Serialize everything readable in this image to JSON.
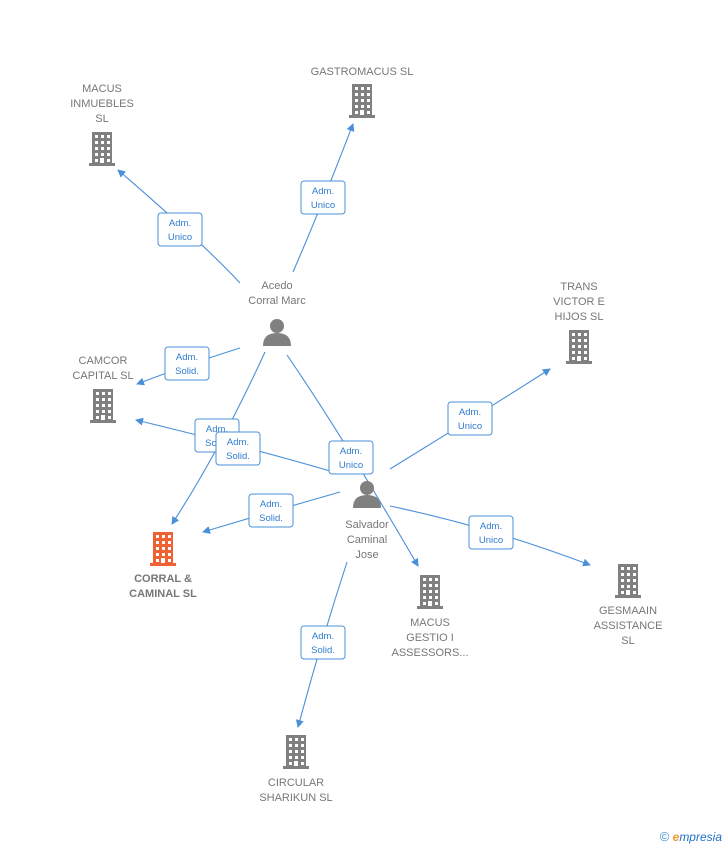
{
  "colors": {
    "building": "#808080",
    "focus_building": "#f06231",
    "person": "#808080",
    "edge": "#4a8fd9"
  },
  "nodes": [
    {
      "id": "gastromacus",
      "type": "company",
      "label": [
        "GASTROMACUS SL"
      ]
    },
    {
      "id": "macus_inmuebles",
      "type": "company",
      "label": [
        "MACUS",
        "INMUEBLES",
        "SL"
      ]
    },
    {
      "id": "trans_victor",
      "type": "company",
      "label": [
        "TRANS",
        "VICTOR E",
        "HIJOS  SL"
      ]
    },
    {
      "id": "camcor",
      "type": "company",
      "label": [
        "CAMCOR",
        "CAPITAL  SL"
      ]
    },
    {
      "id": "corral_caminal",
      "type": "focus",
      "label": [
        "CORRAL &",
        "CAMINAL  SL"
      ]
    },
    {
      "id": "macus_gestio",
      "type": "company",
      "label": [
        "MACUS",
        "GESTIO I",
        "ASSESSORS..."
      ]
    },
    {
      "id": "gesmaain",
      "type": "company",
      "label": [
        "GESMAAIN",
        "ASSISTANCE",
        "SL"
      ]
    },
    {
      "id": "circular",
      "type": "company",
      "label": [
        "CIRCULAR",
        "SHARIKUN  SL"
      ]
    },
    {
      "id": "acedo",
      "type": "person",
      "label": [
        "Acedo",
        "Corral Marc"
      ]
    },
    {
      "id": "salvador",
      "type": "person",
      "label": [
        "Salvador",
        "Caminal",
        "Jose"
      ]
    }
  ],
  "edges": [
    {
      "from": "acedo",
      "to": "macus_inmuebles",
      "label": [
        "Adm.",
        "Unico"
      ]
    },
    {
      "from": "acedo",
      "to": "gastromacus",
      "label": [
        "Adm.",
        "Unico"
      ]
    },
    {
      "from": "acedo",
      "to": "camcor",
      "label": [
        "Adm.",
        "Solid."
      ]
    },
    {
      "from": "acedo",
      "to": "corral_caminal",
      "label": [
        "Adm.",
        "Solid."
      ]
    },
    {
      "from": "acedo",
      "to": "macus_gestio",
      "label": [
        "Adm.",
        "Unico"
      ]
    },
    {
      "from": "salvador",
      "to": "camcor",
      "label": [
        "Adm.",
        "Solid."
      ]
    },
    {
      "from": "salvador",
      "to": "corral_caminal",
      "label": [
        "Adm.",
        "Solid."
      ]
    },
    {
      "from": "salvador",
      "to": "trans_victor",
      "label": [
        "Adm.",
        "Unico"
      ]
    },
    {
      "from": "salvador",
      "to": "gesmaain",
      "label": [
        "Adm.",
        "Unico"
      ]
    },
    {
      "from": "salvador",
      "to": "circular",
      "label": [
        "Adm.",
        "Solid."
      ]
    }
  ],
  "footer": {
    "copyright": "©",
    "brand_initial": "e",
    "brand_rest": "mpresia"
  }
}
